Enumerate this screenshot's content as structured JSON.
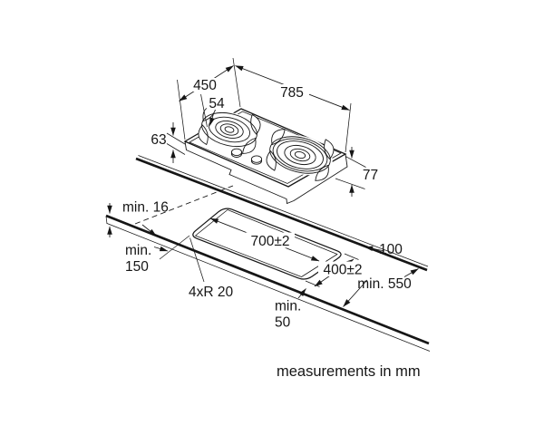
{
  "diagram": {
    "footer_note": "measurements in mm",
    "hob_view": {
      "depth": "450",
      "width": "785",
      "burner_edge_offset": "54",
      "height_left": "63",
      "height_right": "77"
    },
    "cutout_view": {
      "worktop_thickness": "min. 16",
      "side_clearance_line1": "min.",
      "side_clearance_line2": "150",
      "cutout_length": "700±2",
      "cutout_width": "400±2",
      "rear_clearance": "100",
      "worktop_depth": "min. 550",
      "corner_radius": "4xR 20",
      "front_clearance_line1": "min.",
      "front_clearance_line2": "50"
    }
  }
}
